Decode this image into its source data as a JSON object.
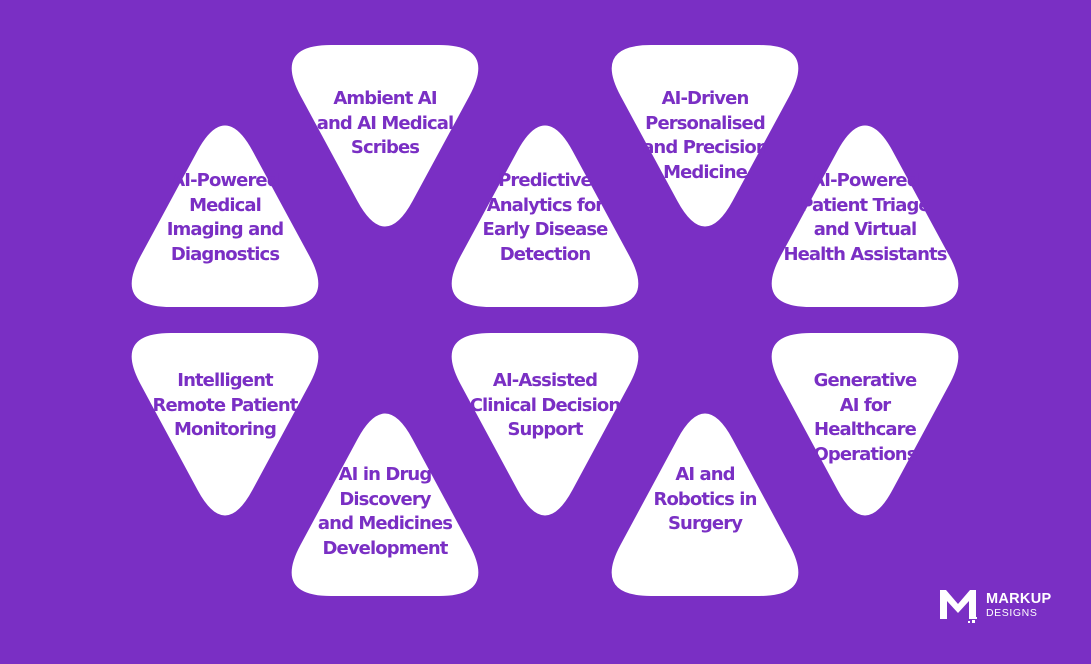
{
  "colors": {
    "background": "#7a2fc4",
    "shape_fill": "#ffffff",
    "text": "#7a2fc4"
  },
  "nodes": [
    {
      "lines": [
        "AI-Powered",
        "Medical",
        "Imaging and",
        "Diagnostics"
      ]
    },
    {
      "lines": [
        "Ambient AI",
        "and AI Medical",
        "Scribes"
      ]
    },
    {
      "lines": [
        "Predictive",
        "Analytics for",
        "Early Disease",
        "Detection"
      ]
    },
    {
      "lines": [
        "AI-Driven",
        "Personalised",
        "and Precision",
        "Medicine"
      ]
    },
    {
      "lines": [
        "AI-Powered",
        "Patient Triage",
        "and Virtual",
        "Health Assistants"
      ]
    },
    {
      "lines": [
        "Intelligent",
        "Remote Patient",
        "Monitoring"
      ]
    },
    {
      "lines": [
        "AI in Drug",
        "Discovery",
        "and Medicines",
        "Development"
      ]
    },
    {
      "lines": [
        "AI-Assisted",
        "Clinical Decision",
        "Support"
      ]
    },
    {
      "lines": [
        "AI and",
        "Robotics in",
        "Surgery"
      ]
    },
    {
      "lines": [
        "Generative",
        "AI for",
        "Healthcare",
        "Operations"
      ]
    }
  ],
  "logo": {
    "icon": "markup-m-logo-icon",
    "word": "MARKUP",
    "sub": "DESIGNS"
  }
}
